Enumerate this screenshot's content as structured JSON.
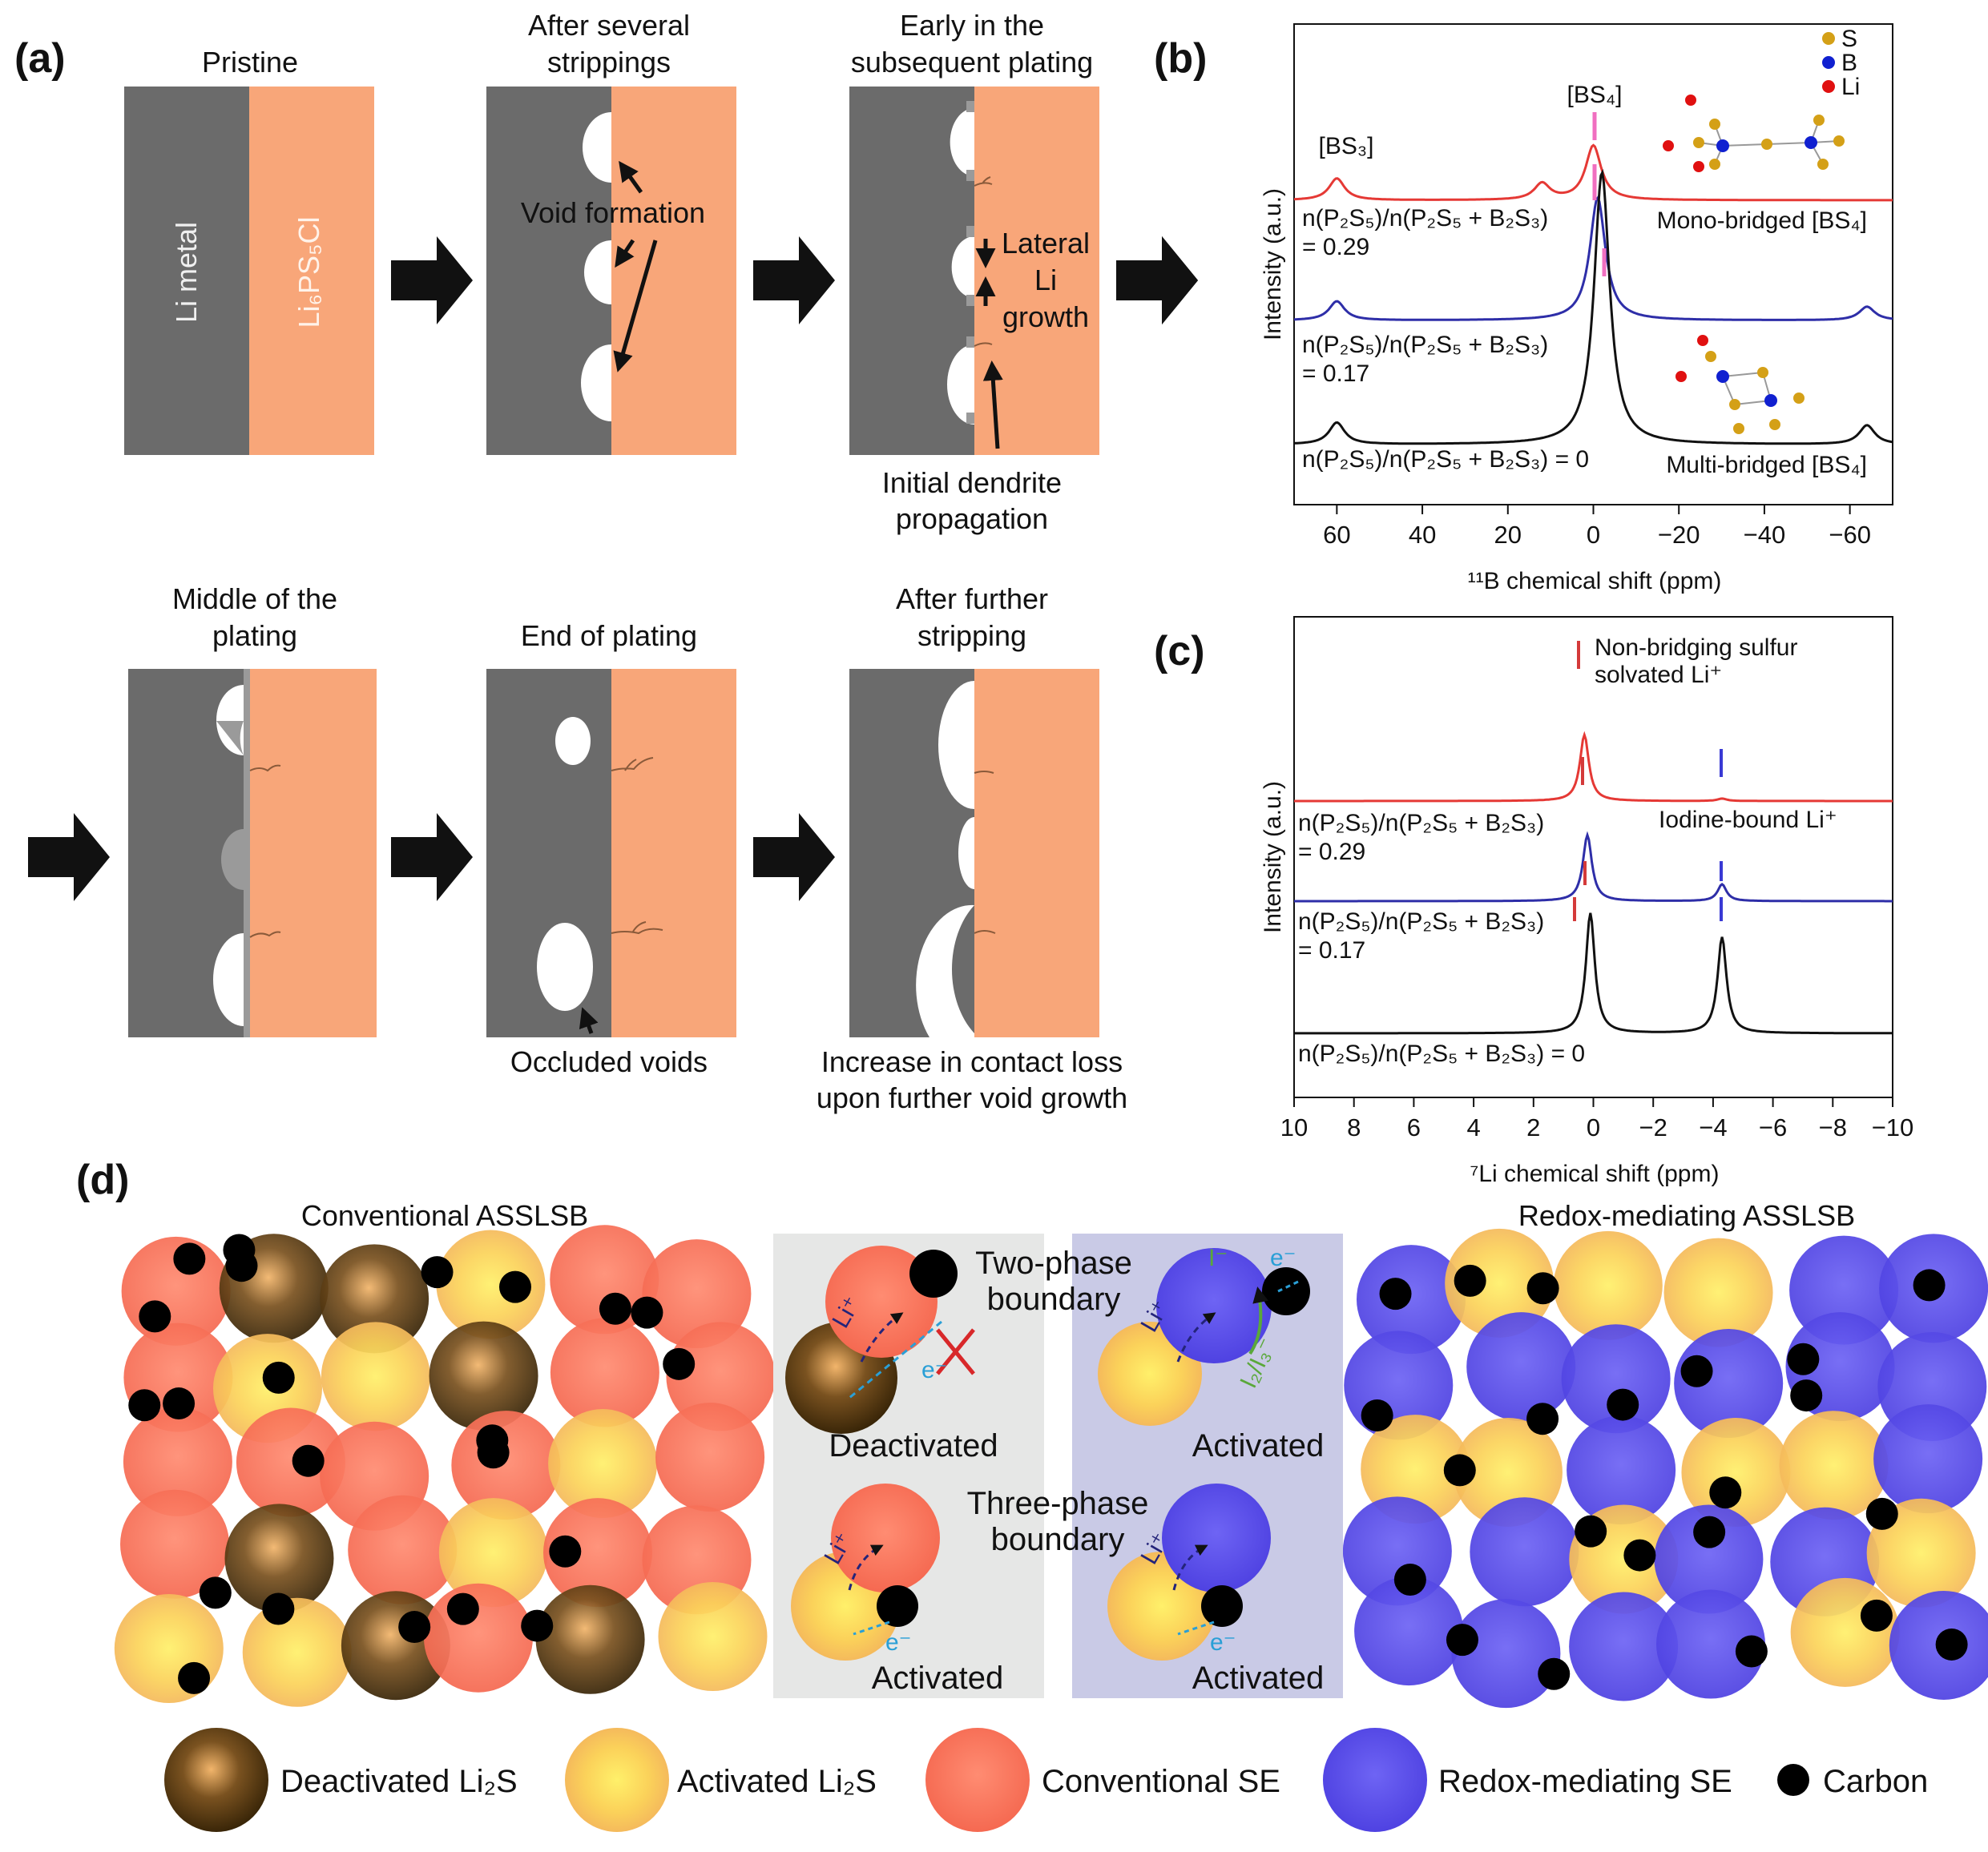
{
  "panel_labels": {
    "a": "(a)",
    "b": "(b)",
    "c": "(c)",
    "d": "(d)"
  },
  "panel_a": {
    "titles": [
      "Pristine",
      "After several",
      "strippings",
      "Early in the",
      "subsequent plating",
      "Middle of the",
      "plating",
      "End of plating",
      "After further",
      "stripping"
    ],
    "li_metal": "Li metal",
    "electrolyte": "Li₆PS₅Cl",
    "void_formation": "Void formation",
    "lateral": [
      "Lateral",
      "Li",
      "growth"
    ],
    "dendrite": [
      "Initial dendrite",
      "propagation"
    ],
    "occluded": "Occluded voids",
    "contact_loss": [
      "Increase in contact loss",
      "upon further void growth"
    ]
  },
  "panel_b": {
    "chart_data": {
      "type": "line",
      "xlabel": "¹¹B chemical shift (ppm)",
      "ylabel": "Intensity (a.u.)",
      "xlim": [
        70,
        -70
      ],
      "xticks": [
        "60",
        "40",
        "20",
        "0",
        "−20",
        "−40",
        "−60"
      ],
      "series": [
        {
          "name": "n(P2S5)/n(P2S5 + B2S3) = 0.29",
          "color": "#e53935",
          "peaks_ppm": [
            {
              "x": 0,
              "relative_height": 0.2
            },
            {
              "x": 60,
              "relative_height": 0.08
            },
            {
              "x": 12,
              "relative_height": 0.06
            }
          ]
        },
        {
          "name": "n(P2S5)/n(P2S5 + B2S3) = 0.17",
          "color": "#2e2ea8",
          "peaks_ppm": [
            {
              "x": -1,
              "relative_height": 0.45
            },
            {
              "x": 60,
              "relative_height": 0.07
            },
            {
              "x": -64,
              "relative_height": 0.05
            }
          ]
        },
        {
          "name": "n(P2S5)/n(P2S5 + B2S3) = 0",
          "color": "#111111",
          "peaks_ppm": [
            {
              "x": -2,
              "relative_height": 1.0
            },
            {
              "x": 60,
              "relative_height": 0.08
            },
            {
              "x": -64,
              "relative_height": 0.07
            }
          ]
        }
      ]
    },
    "peak_labels": {
      "bs3": "[BS₃]",
      "bs4": "[BS₄]"
    },
    "struct_labels": {
      "mono": "Mono-bridged [BS₄]",
      "multi": "Multi-bridged [BS₄]"
    },
    "atom_legend": [
      {
        "label": "S",
        "color": "#d4a017"
      },
      {
        "label": "B",
        "color": "#1020d0"
      },
      {
        "label": "Li",
        "color": "#e01010"
      }
    ],
    "series_text": [
      "n(P₂S₅)/n(P₂S₅ + B₂S₃)",
      "= 0.29",
      "n(P₂S₅)/n(P₂S₅ + B₂S₃)",
      "= 0.17",
      "n(P₂S₅)/n(P₂S₅ + B₂S₃) = 0"
    ]
  },
  "panel_c": {
    "chart_data": {
      "type": "line",
      "xlabel": "⁷Li chemical shift (ppm)",
      "ylabel": "Intensity (a.u.)",
      "xlim": [
        10,
        -10
      ],
      "xticks": [
        "10",
        "8",
        "6",
        "4",
        "2",
        "0",
        "−2",
        "−4",
        "−6",
        "−8",
        "−10"
      ],
      "series": [
        {
          "name": "n(P2S5)/n(P2S5 + B2S3) = 0.29",
          "color": "#e53935",
          "peaks_ppm": [
            {
              "x": 0.3,
              "relative_height": 0.55
            },
            {
              "x": -4.3,
              "relative_height": 0.02
            }
          ]
        },
        {
          "name": "n(P2S5)/n(P2S5 + B2S3) = 0.17",
          "color": "#2e2ea8",
          "peaks_ppm": [
            {
              "x": 0.2,
              "relative_height": 0.55
            },
            {
              "x": -4.3,
              "relative_height": 0.14
            }
          ]
        },
        {
          "name": "n(P2S5)/n(P2S5 + B2S3) = 0",
          "color": "#111111",
          "peaks_ppm": [
            {
              "x": 0.1,
              "relative_height": 1.0
            },
            {
              "x": -4.3,
              "relative_height": 0.8
            }
          ]
        }
      ]
    },
    "annotations": {
      "nonbridging": [
        "Non-bridging sulfur",
        "solvated Li⁺"
      ],
      "iodine": "Iodine-bound Li⁺"
    },
    "series_text": [
      "n(P₂S₅)/n(P₂S₅ + B₂S₃)",
      "= 0.29",
      "n(P₂S₅)/n(P₂S₅ + B₂S₃)",
      "= 0.17",
      "n(P₂S₅)/n(P₂S₅ + B₂S₃) = 0"
    ]
  },
  "panel_d": {
    "conventional": "Conventional ASSLSB",
    "redox": "Redox-mediating ASSLSB",
    "two_phase": [
      "Two-phase",
      "boundary"
    ],
    "three_phase": [
      "Three-phase",
      "boundary"
    ],
    "deactivated": "Deactivated",
    "activated": "Activated",
    "li_plus": "Li⁺",
    "e_minus": "e⁻",
    "i_minus": "I⁻",
    "i2i3": "I₂/I₃⁻",
    "legend": [
      {
        "label": "Deactivated Li₂S",
        "color": "#6b4a1a"
      },
      {
        "label": "Activated Li₂S",
        "color": "#f7c948"
      },
      {
        "label": "Conventional SE",
        "color": "#f8705a"
      },
      {
        "label": "Redox-mediating SE",
        "color": "#5a4ee8"
      },
      {
        "label": "Carbon",
        "color": "#000000"
      }
    ]
  }
}
